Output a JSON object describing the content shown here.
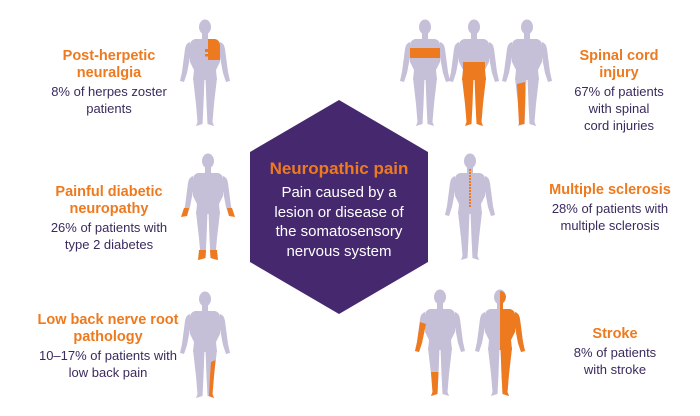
{
  "colors": {
    "body": "#c5bfd8",
    "pain": "#ee7a1f",
    "hexagon": "#46286e",
    "text": "#3b2a5e"
  },
  "center": {
    "title": "Neuropathic pain",
    "lines": [
      "Pain caused by a",
      "lesion or disease of",
      "the somatosensory",
      "nervous system"
    ]
  },
  "conditions": {
    "phn": {
      "title": [
        "Post-herpetic",
        "neuralgia"
      ],
      "desc": [
        "8% of herpes zoster",
        "patients"
      ]
    },
    "pdn": {
      "title": [
        "Painful diabetic",
        "neuropathy"
      ],
      "desc": [
        "26% of patients with",
        "type 2 diabetes"
      ]
    },
    "lbp": {
      "title": [
        "Low back nerve root",
        "pathology"
      ],
      "desc": [
        "10–17% of patients with",
        "low back pain"
      ]
    },
    "sci": {
      "title": [
        "Spinal cord",
        "injury"
      ],
      "desc": [
        "67% of patients",
        "with spinal",
        "cord injuries"
      ]
    },
    "ms": {
      "title": [
        "Multiple sclerosis"
      ],
      "desc": [
        "28% of patients with",
        "multiple sclerosis"
      ]
    },
    "stroke": {
      "title": [
        "Stroke"
      ],
      "desc": [
        "8% of patients",
        "with stroke"
      ]
    }
  }
}
